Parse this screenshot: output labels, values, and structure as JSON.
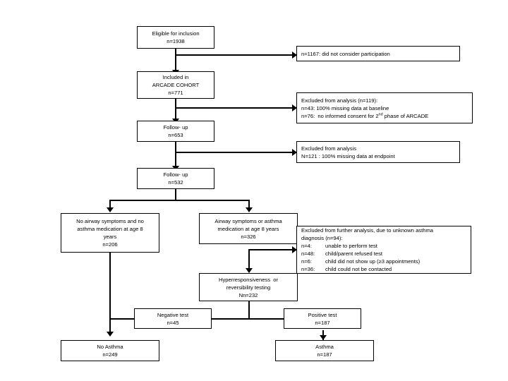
{
  "chart_data": {
    "type": "diagram",
    "title": "Study participant flow diagram (ARCADE cohort)",
    "nodes": [
      {
        "id": "eligible",
        "lines": [
          "Eligible for inclusion",
          "n=1938"
        ]
      },
      {
        "id": "not-consider",
        "lines": [
          "n=1167: did not consider participation"
        ]
      },
      {
        "id": "included",
        "lines": [
          "Included in",
          "ARCADE COHORT",
          "n=771"
        ]
      },
      {
        "id": "excluded-baseline",
        "lines": [
          "Excluded from analysis (n=119):",
          "n=43: 100% missing data at baseline",
          "n=76:  no informed consent for 2nd phase of ARCADE"
        ]
      },
      {
        "id": "followup-1",
        "lines": [
          "Follow- up",
          "n=653"
        ]
      },
      {
        "id": "excluded-endpoint",
        "lines": [
          "Excluded from analysis",
          "N=121 : 100% missing data at endpoint"
        ]
      },
      {
        "id": "followup-2",
        "lines": [
          "Follow- up",
          "n=532"
        ]
      },
      {
        "id": "no-symptoms",
        "lines": [
          "No airway symptoms and no",
          "asthma medication at age 8",
          "years",
          "n=206"
        ]
      },
      {
        "id": "symptoms",
        "lines": [
          "Airway symptoms or asthma",
          "medication at age 8 years",
          "n=326"
        ]
      },
      {
        "id": "excluded-unknown",
        "lines": [
          "Excluded from further analysis, due to unknown asthma",
          "diagnosis (n=94):",
          "n=4:        unable to perform test",
          "n=48:      child/parent refused test",
          "n=6:        child did not show up (≥3 appointments)",
          "n=36:      child could not be contacted"
        ]
      },
      {
        "id": "hyperresponsiveness",
        "lines": [
          "Hyperresponsiveness  or",
          "reversibility testing",
          "Nn=232"
        ]
      },
      {
        "id": "negative-test",
        "lines": [
          "Negative test",
          "n=45"
        ]
      },
      {
        "id": "positive-test",
        "lines": [
          "Positive test",
          "n=187"
        ]
      },
      {
        "id": "no-asthma",
        "lines": [
          "No Asthma",
          "n=249"
        ]
      },
      {
        "id": "asthma",
        "lines": [
          "Asthma",
          "n=187"
        ]
      }
    ]
  },
  "diagram": {
    "eligible": {
      "l1": "Eligible for inclusion",
      "l2": "n=1938"
    },
    "not_consider": {
      "l1": "n=1167: did not consider participation"
    },
    "included": {
      "l1": "Included in",
      "l2": "ARCADE COHORT",
      "l3": "n=771"
    },
    "excluded_baseline": {
      "l1": "Excluded from analysis (n=119):",
      "l2": "n=43: 100% missing data at baseline",
      "l3a": "n=76:  no informed consent for 2",
      "l3sup": "nd",
      "l3b": " phase of ARCADE"
    },
    "followup_1": {
      "l1": "Follow- up",
      "l2": "n=653"
    },
    "excluded_endpoint": {
      "l1": "Excluded from analysis",
      "l2": "N=121 : 100% missing data at endpoint"
    },
    "followup_2": {
      "l1": "Follow- up",
      "l2": "n=532"
    },
    "no_symptoms": {
      "l1": "No airway symptoms and no",
      "l2": "asthma medication at age 8",
      "l3": "years",
      "l4": "n=206"
    },
    "symptoms": {
      "l1": "Airway symptoms or asthma",
      "l2": "medication at age 8 years",
      "l3": "n=326"
    },
    "excluded_unknown": {
      "l1": "Excluded from further analysis, due to unknown asthma",
      "l2": "diagnosis (n=94):",
      "l3n": "n=4:",
      "l3t": "unable to perform test",
      "l4n": "n=48:",
      "l4t": "child/parent refused test",
      "l5n": "n=6:",
      "l5t": "child did not show up (≥3 appointments)",
      "l6n": "n=36:",
      "l6t": "child could not be contacted"
    },
    "hyperresponsiveness": {
      "l1": "Hyperresponsiveness  or",
      "l2": "reversibility testing",
      "l3": "Nn=232"
    },
    "negative_test": {
      "l1": "Negative test",
      "l2": "n=45"
    },
    "positive_test": {
      "l1": "Positive test",
      "l2": "n=187"
    },
    "no_asthma": {
      "l1": "No Asthma",
      "l2": "n=249"
    },
    "asthma": {
      "l1": "Asthma",
      "l2": "n=187"
    }
  },
  "colors": {
    "stroke": "#000000",
    "fill": "#ffffff",
    "text": "#000000"
  }
}
